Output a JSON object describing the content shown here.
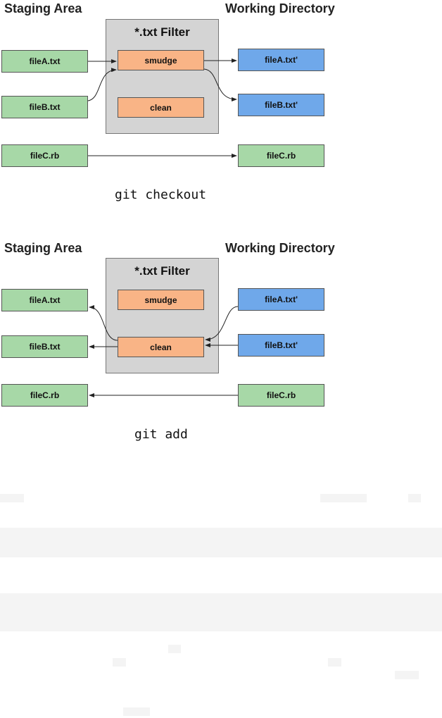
{
  "top": {
    "left_heading": "Staging Area",
    "right_heading": "Working Directory",
    "filter_title": "*.txt Filter",
    "smudge": "smudge",
    "clean": "clean",
    "staging": [
      "fileA.txt",
      "fileB.txt",
      "fileC.rb"
    ],
    "working": [
      "fileA.txt'",
      "fileB.txt'",
      "fileC.rb"
    ],
    "caption": "git checkout"
  },
  "bottom": {
    "left_heading": "Staging Area",
    "right_heading": "Working Directory",
    "filter_title": "*.txt Filter",
    "smudge": "smudge",
    "clean": "clean",
    "staging": [
      "fileA.txt",
      "fileB.txt",
      "fileC.rb"
    ],
    "working": [
      "fileA.txt'",
      "fileB.txt'",
      "fileC.rb"
    ],
    "caption": "git add"
  },
  "colors": {
    "staging_fill": "#a7d8a7",
    "working_txt_fill": "#6fa8ea",
    "filter_step_fill": "#f9b486",
    "filter_box_fill": "#d4d4d4"
  }
}
